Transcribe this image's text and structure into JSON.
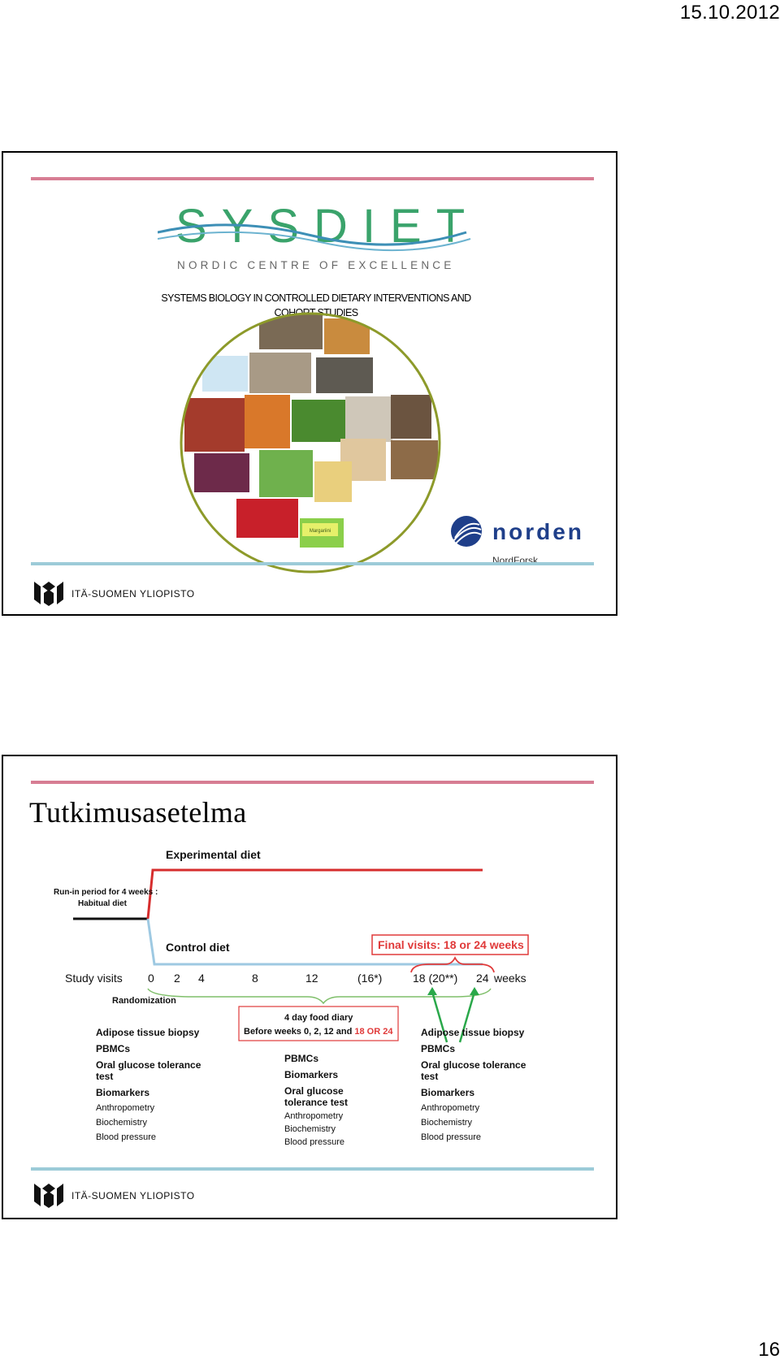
{
  "header": {
    "date": "15.10.2012"
  },
  "footer": {
    "page_number": "16"
  },
  "slide1": {
    "logo_text": "SYSDIET",
    "logo_tagline": "NORDIC CENTRE OF EXCELLENCE",
    "subtitle_line1": "SYSTEMS BIOLOGY IN CONTROLLED DIETARY INTERVENTIONS AND",
    "subtitle_line2": "COHORT STUDIES",
    "margarine_label": "Margariini",
    "norden_text": "norden",
    "nordforsk_text": "NordForsk",
    "university": "ITÄ-SUOMEN YLIOPISTO",
    "colors": {
      "sysdiet_green": "#3aa36b",
      "sysdiet_blue": "#3d8fb6",
      "norden_blue": "#1f3f8a",
      "circle_olive": "#8d9a2a"
    }
  },
  "slide2": {
    "title": "Tutkimusasetelma",
    "experimental_diet": "Experimental diet",
    "run_in_line1": "Run-in period for 4 weeks :",
    "run_in_line2": "Habitual diet",
    "control_diet": "Control diet",
    "final_visits": "Final visits: 18 or 24 weeks",
    "study_visits_label": "Study visits",
    "visits": [
      "0",
      "2",
      "4",
      "8",
      "12",
      "(16*)",
      "18 (20**)",
      "24"
    ],
    "weeks_label": "weeks",
    "randomization": "Randomization",
    "diary_line1": "4 day food diary",
    "diary_line2_prefix": "Before weeks 0, 2, 12 and ",
    "diary_line2_red": "18 OR 24",
    "left_measures_bold": [
      "Adipose tissue biopsy",
      "PBMCs",
      "Oral glucose tolerance",
      "test",
      "Biomarkers"
    ],
    "left_measures_light": [
      "Anthropometry",
      "Biochemistry",
      "Blood pressure"
    ],
    "mid_measures_bold": [
      "PBMCs",
      "Biomarkers",
      "Oral glucose",
      "tolerance test"
    ],
    "mid_measures_light": [
      "Anthropometry",
      "Biochemistry",
      "Blood pressure"
    ],
    "right_measures_bold": [
      "Adipose tissue biopsy",
      "PBMCs",
      "Oral glucose tolerance",
      "test",
      "Biomarkers"
    ],
    "right_measures_light": [
      "Anthropometry",
      "Biochemistry",
      "Blood pressure"
    ],
    "university": "ITÄ-SUOMEN YLIOPISTO",
    "colors": {
      "experimental": "#d62d2d",
      "control": "#9ec9e2",
      "green_arrow": "#2aa84a",
      "brace": "#7fbf6a",
      "red_text": "#e03a3a"
    }
  }
}
